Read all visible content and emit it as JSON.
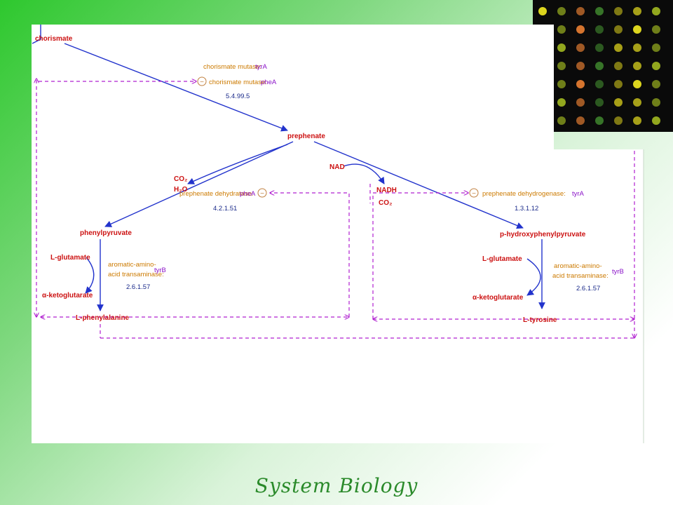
{
  "slide": {
    "footer_title": "System Biology"
  },
  "pathway": {
    "metabolites": {
      "chorismate": "chorismate",
      "prephenate": "prephenate",
      "phenylpyruvate": "phenylpyruvate",
      "p_hydroxyphenylpyruvate": "p-hydroxyphenylpyruvate",
      "l_phenylalanine": "L-phenylalanine",
      "l_tyrosine": "L-tyrosine",
      "l_glutamate_left": "L-glutamate",
      "l_glutamate_right": "L-glutamate",
      "ketoglutarate_left": "α-ketoglutarate",
      "ketoglutarate_right": "α-ketoglutarate",
      "co2_left": "CO₂",
      "h2o_left": "H₂O",
      "nad": "NAD",
      "nadh": "NADH",
      "co2_right": "CO₂"
    },
    "enzymes": {
      "chorismate_mutase_1": {
        "name": "chorismate mutase:",
        "gene": "tyrA"
      },
      "chorismate_mutase_2": {
        "name": "chorismate mutase:",
        "gene": "pheA"
      },
      "chorismate_mutase_ec": "5.4.99.5",
      "prephenate_dehydratase": {
        "name": "prephenate dehydratase:",
        "gene": "pheA",
        "ec": "4.2.1.51"
      },
      "prephenate_dehydrogenase": {
        "name": "prephenate dehydrogenase:",
        "gene": "tyrA",
        "ec": "1.3.1.12"
      },
      "transaminase_left": {
        "name_line1": "aromatic-amino-",
        "name_line2": "acid transaminase:",
        "gene": "tyrB",
        "ec": "2.6.1.57"
      },
      "transaminase_right": {
        "name_line1": "aromatic-amino-",
        "name_line2": "acid transaminase:",
        "gene": "tyrB",
        "ec": "2.6.1.57"
      }
    },
    "inhibition_symbol": "−",
    "colors": {
      "metabolite": "#cc1111",
      "enzyme": "#cc7a00",
      "gene": "#8a12c8",
      "ec_number": "#1a2a8a",
      "reaction_arrow": "#2233cc",
      "regulation": "#b020d0"
    }
  },
  "microarray": {
    "spot_colors": [
      "#e8e020",
      "#d0c020",
      "#b0a818",
      "#7a9a20",
      "#3a7a2a",
      "#d05a20",
      "#e07a30",
      "#c0c820",
      "#9ab020",
      "#2a6a2a"
    ]
  }
}
